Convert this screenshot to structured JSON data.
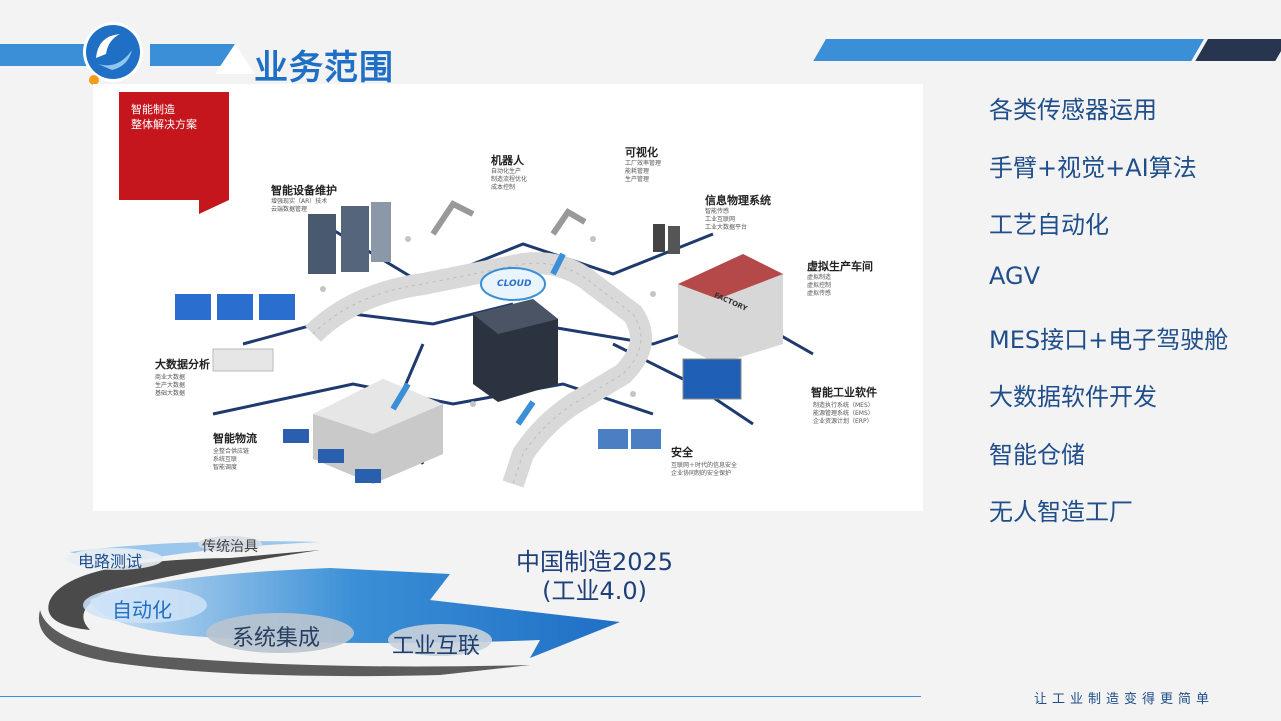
{
  "header": {
    "title": "业务范围"
  },
  "illustration": {
    "banner": [
      "智能制造",
      "整体解决方案"
    ],
    "labels": {
      "maintenance": "智能设备维护",
      "maintenance_sub": [
        "增强现实（AR）技术",
        "云端数据管理"
      ],
      "robot": "机器人",
      "robot_sub": [
        "自动化生产",
        "制造流程优化",
        "成本控制"
      ],
      "visual": "可视化",
      "visual_sub": [
        "工厂效率管理",
        "能耗管理",
        "生产管理"
      ],
      "cps": "信息物理系统",
      "cps_sub": [
        "智能传感",
        "工业互联网",
        "工业大数据平台"
      ],
      "virtual": "虚拟生产车间",
      "virtual_sub": [
        "虚拟制造",
        "虚拟控制",
        "虚拟传感"
      ],
      "bigdata": "大数据分析",
      "bigdata_sub": [
        "商业大数据",
        "生产大数据",
        "基础大数据"
      ],
      "software": "智能工业软件",
      "software_sub": [
        "制造执行系统（MES）",
        "能源管理系统（EMS）",
        "企业资源计划（ERP）"
      ],
      "logistics": "智能物流",
      "logistics_sub": [
        "全整合供应链",
        "系统互联",
        "智能调度"
      ],
      "security": "安全",
      "security_sub": [
        "互联网＋时代的信息安全",
        "企业协同制的安全保护"
      ],
      "cloud": "CLOUD",
      "factory": "FACTORY"
    }
  },
  "services": [
    "各类传感器运用",
    "手臂+视觉+AI算法",
    "工艺自动化",
    "AGV",
    "MES接口+电子驾驶舱",
    "大数据软件开发",
    "智能仓储",
    "无人智造工厂"
  ],
  "evolution": {
    "circuit_test": "电路测试",
    "traditional_fixture": "传统治具",
    "automation": "自动化",
    "system_integration": "系统集成",
    "industrial_internet": "工业互联",
    "china2025_line1": "中国制造2025",
    "china2025_line2": "(工业4.0)"
  },
  "footer": {
    "slogan": "让工业制造变得更简单"
  },
  "colors": {
    "primary": "#3a8fd6",
    "dark": "#27364e",
    "title": "#1f6fc5",
    "banner_red": "#c4161c"
  }
}
